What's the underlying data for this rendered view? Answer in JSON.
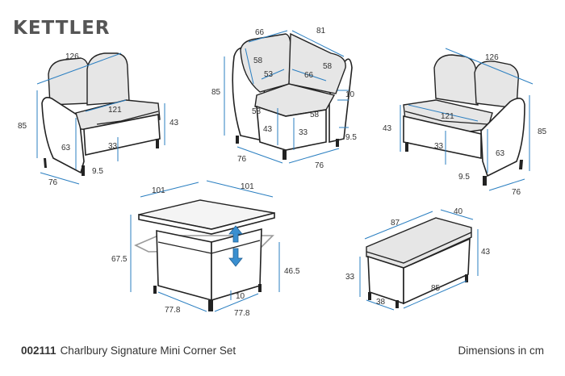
{
  "brand": "KETTLER",
  "product": {
    "code": "002111",
    "name": "Charlbury Signature Mini Corner Set"
  },
  "units_note": "Dimensions in cm",
  "colors": {
    "dimension_line": "#2b7fc1",
    "cushion": "#e6e6e6",
    "outline": "#222222",
    "arrow": "#3a8fd0"
  },
  "modules": {
    "left_sofa": {
      "width": "126",
      "seat_width": "121",
      "height": "85",
      "arm_height": "63",
      "seat_height": "43",
      "seat_depth_inner": "33",
      "depth": "76",
      "leg_gap": "9.5"
    },
    "corner": {
      "back_width_left": "66",
      "back_width_right": "81",
      "back_height_left": "58",
      "back_height_right": "58",
      "inner_left": "53",
      "inner_right": "66",
      "height": "85",
      "cushion_thickness": "10",
      "seat_left": "58",
      "seat_right": "58",
      "seat_height": "43",
      "leg_height": "33",
      "leg_gap": "9.5",
      "depth_left": "76",
      "depth_right": "76"
    },
    "right_sofa": {
      "width": "126",
      "seat_width": "121",
      "height": "85",
      "arm_height": "63",
      "seat_height": "43",
      "seat_depth_inner": "33",
      "depth": "76",
      "leg_gap": "9.5"
    },
    "table": {
      "top_width_left": "101",
      "top_width_right": "101",
      "max_height": "67.5",
      "min_height": "46.5",
      "base_left": "77.8",
      "base_right": "77.8",
      "base_gap": "10"
    },
    "bench": {
      "length": "87",
      "depth": "40",
      "height": "43",
      "seat_height": "33",
      "base_length": "85",
      "base_depth": "38"
    }
  }
}
